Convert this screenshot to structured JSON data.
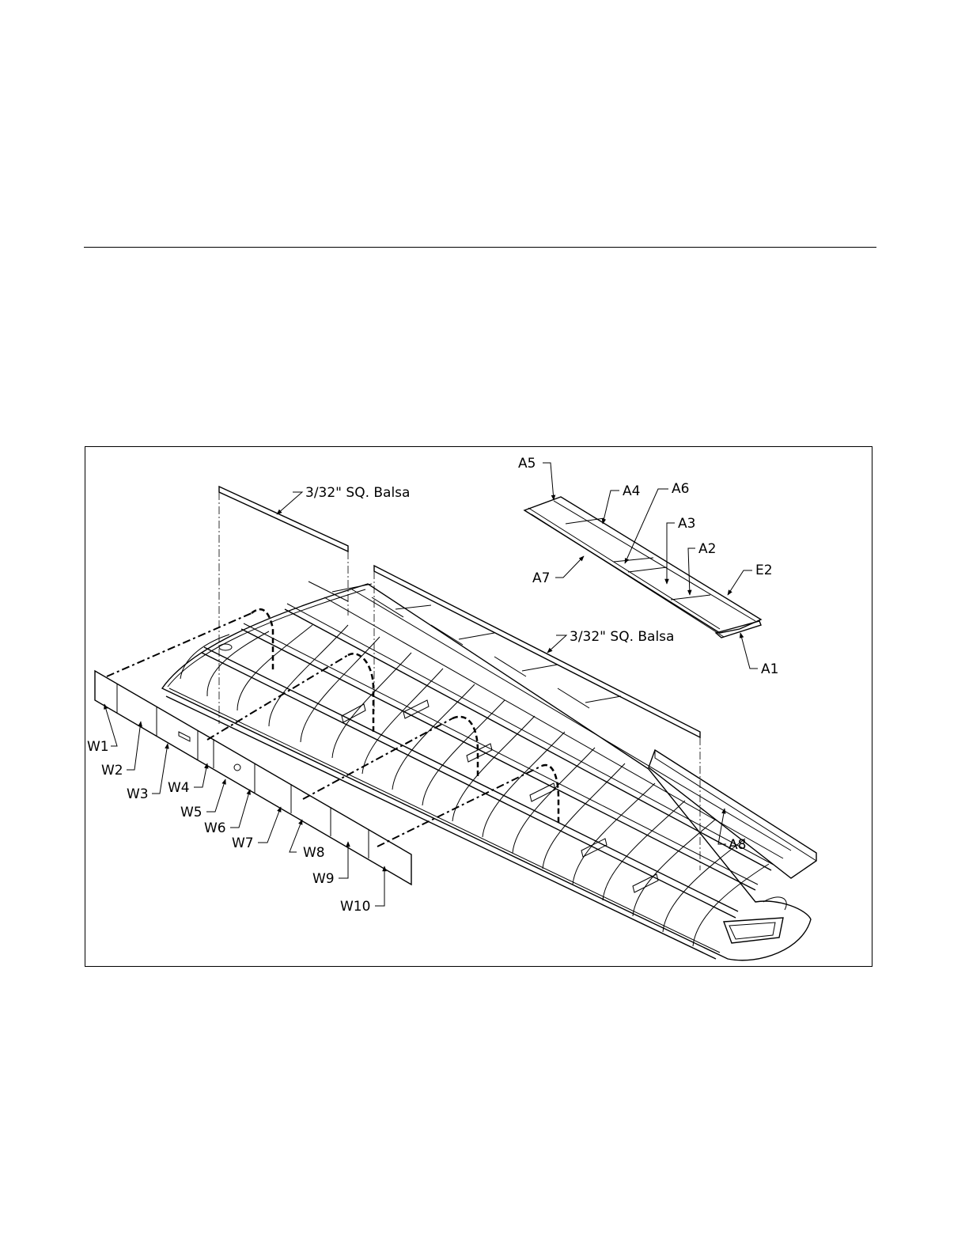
{
  "labels": {
    "balsa_top": "3/32\" SQ. Balsa",
    "balsa_right": "3/32\" SQ. Balsa",
    "A1": "A1",
    "A2": "A2",
    "A3": "A3",
    "A4": "A4",
    "A5": "A5",
    "A6": "A6",
    "A7": "A7",
    "A8": "A8",
    "E2": "E2",
    "W1": "W1",
    "W2": "W2",
    "W3": "W3",
    "W4": "W4",
    "W5": "W5",
    "W6": "W6",
    "W7": "W7",
    "W8": "W8",
    "W9": "W9",
    "W10": "W10"
  }
}
